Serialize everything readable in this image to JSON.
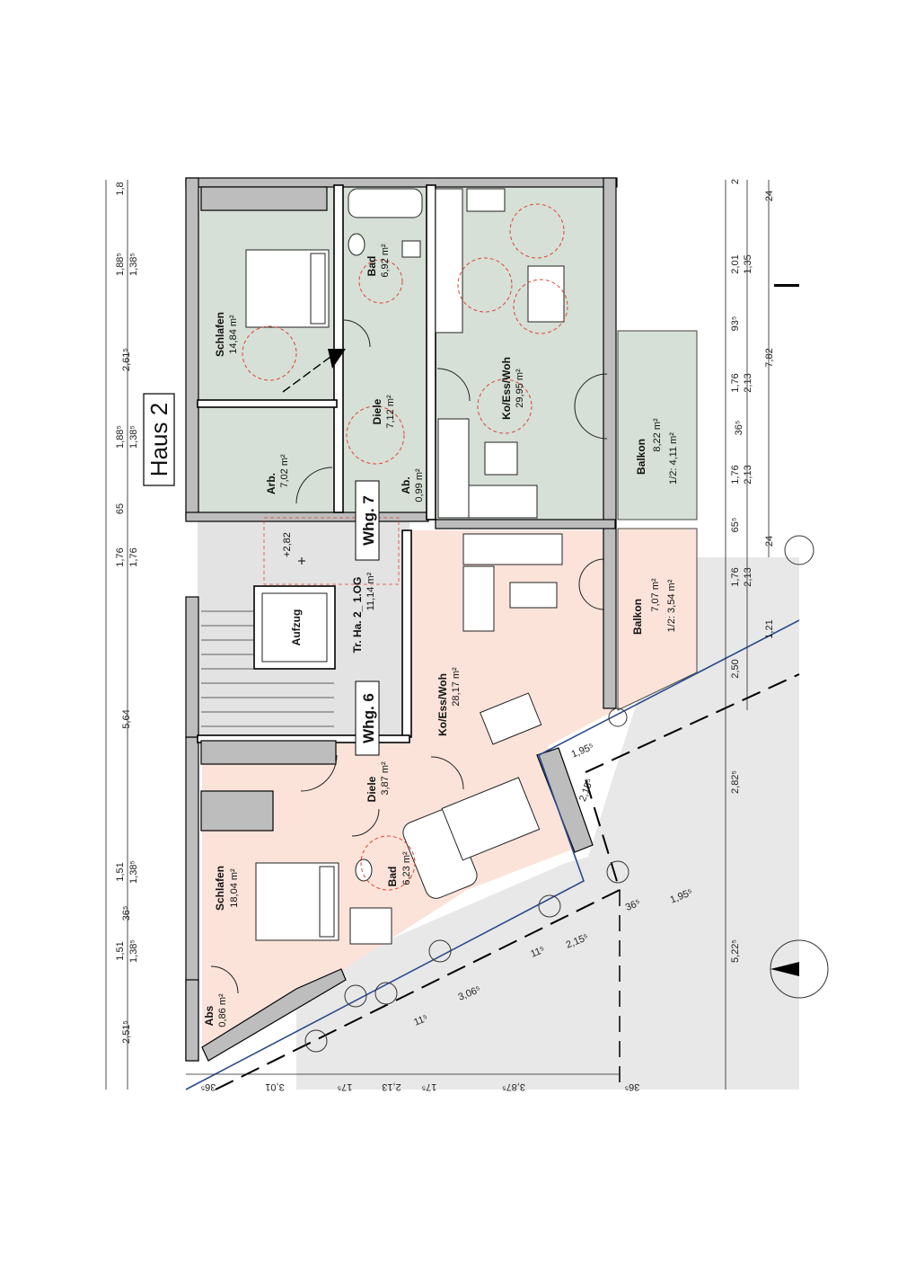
{
  "building_label": "Haus 2",
  "apartments": {
    "whg7": "Whg. 7",
    "whg6": "Whg. 6"
  },
  "stair": {
    "name": "Tr. Ha. 2_ 1.OG",
    "area": "11,14 m²",
    "level": "+2,82",
    "elevator": "Aufzug"
  },
  "rooms_whg7": {
    "schlafen": {
      "name": "Schlafen",
      "area": "14,84 m²"
    },
    "bad": {
      "name": "Bad",
      "area": "6,92 m²"
    },
    "diele": {
      "name": "Diele",
      "area": "7,12 m²"
    },
    "arb": {
      "name": "Arb.",
      "area": "7,02 m²"
    },
    "ab": {
      "name": "Ab.",
      "area": "0,99 m²"
    },
    "koesswoh": {
      "name": "Ko/Ess/Woh",
      "area": "29,95 m²"
    },
    "balkon": {
      "name": "Balkon",
      "area": "8,22 m²",
      "half": "1/2: 4,11 m²"
    }
  },
  "rooms_whg6": {
    "koesswoh": {
      "name": "Ko/Ess/Woh",
      "area": "28,17 m²"
    },
    "balkon": {
      "name": "Balkon",
      "area": "7,07 m²",
      "half": "1/2: 3,54 m²"
    },
    "diele": {
      "name": "Diele",
      "area": "3,87 m²"
    },
    "schlafen": {
      "name": "Schlafen",
      "area": "18,04 m²"
    },
    "bad": {
      "name": "Bad",
      "area": "6,23 m²"
    },
    "abs": {
      "name": "Abs",
      "area": "0,86 m²"
    }
  },
  "colors": {
    "whg7_fill": "#d6e0d6",
    "whg6_fill": "#fbe3da",
    "stair_fill": "#e3e3e3",
    "outside_fill": "#e8e8e8",
    "boundary_line": "#2a4a8a",
    "circle_line": "#d43333"
  },
  "dims_left": {
    "a": "1,8",
    "b": "1,88⁵",
    "c": "1,38⁵",
    "d": "2,61⁵",
    "e": "1,88⁵",
    "f": "1,38⁵",
    "g": "65",
    "h": "1,76",
    "i": "1,76",
    "j": "5,64",
    "k": "1,51",
    "l": "1,38⁵",
    "m": "36⁵",
    "n": "1,51",
    "o": "1,38⁵",
    "p": "2,51⁵"
  },
  "dims_right": {
    "a": "2",
    "b": "24",
    "c": "2,01",
    "d": "1,35",
    "e": "93⁵",
    "f": "1,76",
    "g": "2,13",
    "h": "7,82",
    "i": "36⁵",
    "j": "1,76",
    "k": "2,13",
    "l": "65⁵",
    "m": "24",
    "n": "1,76",
    "o": "2,13",
    "p": "1,21",
    "q": "2,50",
    "r": "2,82⁵",
    "s": "5,22⁵"
  },
  "dims_bottom": {
    "a": "36⁵",
    "b": "3,01",
    "c": "17⁵",
    "d": "2,13",
    "e": "17⁵",
    "f": "3,87⁵",
    "g": "36⁵"
  },
  "dims_site": {
    "a": "1,95⁵",
    "b": "2,15⁵",
    "c": "36⁵",
    "d": "1,95⁵",
    "e": "11⁵",
    "f": "2,15⁵",
    "g": "3,06⁵",
    "h": "11⁵"
  }
}
